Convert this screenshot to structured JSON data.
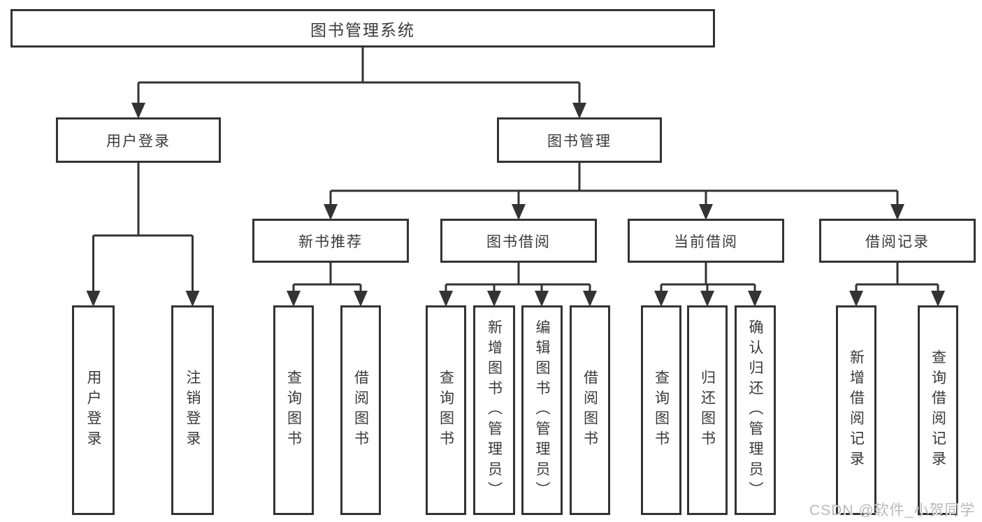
{
  "tree": {
    "root": {
      "label": "图书管理系统"
    },
    "branches": [
      {
        "label": "用户登录",
        "children": [
          {
            "label": "用户登录"
          },
          {
            "label": "注销登录"
          }
        ]
      },
      {
        "label": "图书管理",
        "children": [
          {
            "label": "新书推荐",
            "children": [
              {
                "label": "查询图书"
              },
              {
                "label": "借阅图书"
              }
            ]
          },
          {
            "label": "图书借阅",
            "children": [
              {
                "label": "查询图书"
              },
              {
                "label": "新增图书（管理员）"
              },
              {
                "label": "编辑图书（管理员）"
              },
              {
                "label": "借阅图书"
              }
            ]
          },
          {
            "label": "当前借阅",
            "children": [
              {
                "label": "查询图书"
              },
              {
                "label": "归还图书"
              },
              {
                "label": "确认归还（管理员）"
              }
            ]
          },
          {
            "label": "借阅记录",
            "children": [
              {
                "label": "新增借阅记录"
              },
              {
                "label": "查询借阅记录"
              }
            ]
          }
        ]
      }
    ]
  },
  "watermark": "CSDN @软件_小贺同学",
  "colors": {
    "line": "#333333",
    "box_border": "#333333",
    "box_fill": "#ffffff",
    "text": "#3a3a3a",
    "watermark_text": "#b9b9b9",
    "background": "#ffffff"
  }
}
